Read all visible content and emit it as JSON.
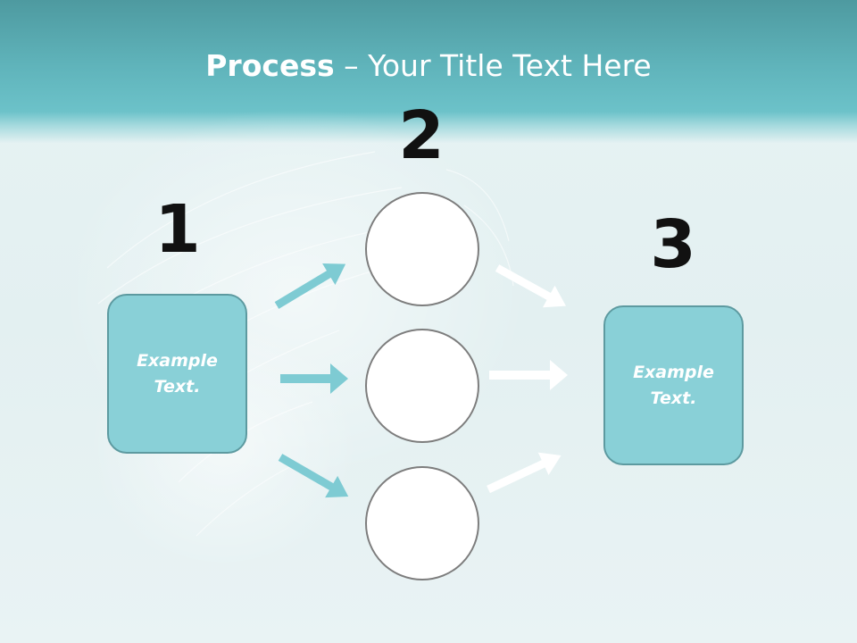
{
  "slide": {
    "title_bold": "Process",
    "title_rest": " – Your Title Text Here"
  },
  "steps": {
    "one": "1",
    "two": "2",
    "three": "3"
  },
  "boxes": {
    "left_text": "Example\nText.",
    "right_text": "Example\nText."
  },
  "colors": {
    "header": "#5fb3ba",
    "box_fill": "#89d0d7",
    "box_border": "#5d9aa0",
    "teal_arrow": "#7ecbd3",
    "white_arrow": "#ffffff",
    "circle_border": "#7d7d7d"
  }
}
